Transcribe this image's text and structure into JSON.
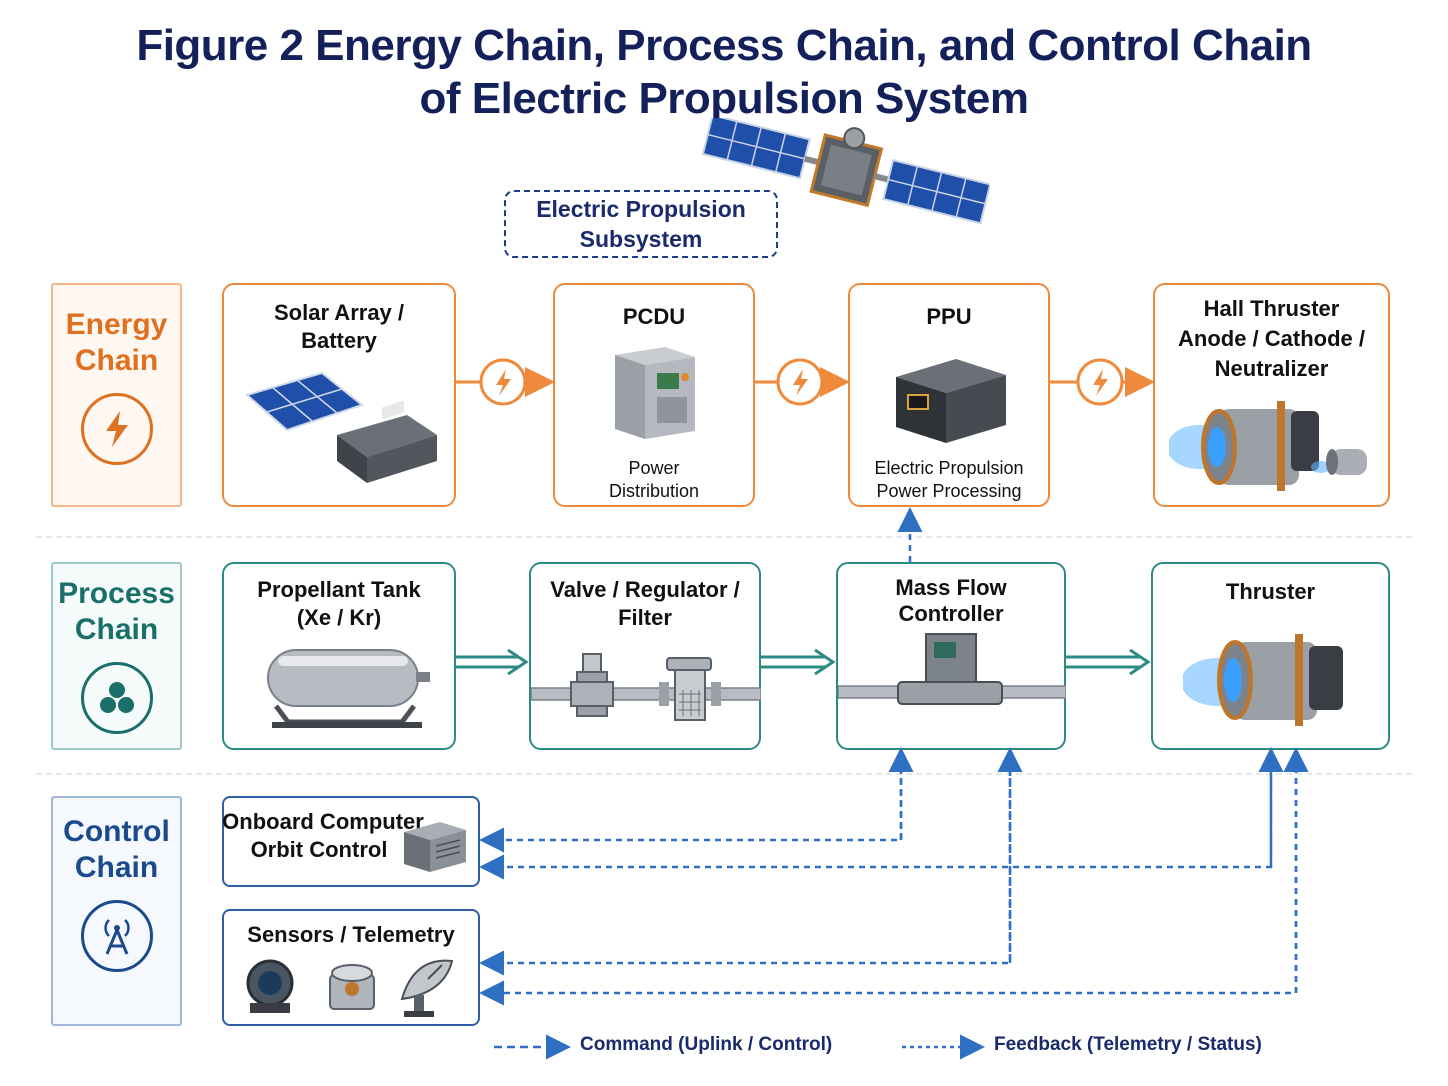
{
  "figure": {
    "title_line1": "Figure 2   Energy Chain, Process Chain, and Control Chain",
    "title_line2": "of Electric Propulsion System",
    "subsystem_label_line1": "Electric Propulsion",
    "subsystem_label_line2": "Subsystem"
  },
  "chains": {
    "energy": {
      "line1": "Energy",
      "line2": "Chain",
      "icon": "lightning-icon",
      "color": "#e07020"
    },
    "process": {
      "line1": "Process",
      "line2": "Chain",
      "icon": "molecule-icon",
      "color": "#1b6f6a"
    },
    "control": {
      "line1": "Control",
      "line2": "Chain",
      "icon": "antenna-icon",
      "color": "#1a4a8c"
    }
  },
  "energy_nodes": [
    {
      "title_l1": "Solar Array /",
      "title_l2": "Battery",
      "icon": "solar-panel-battery-icon"
    },
    {
      "title": "PCDU",
      "sub_l1": "Power",
      "sub_l2": "Distribution",
      "icon": "pcdu-cabinet-icon"
    },
    {
      "title": "PPU",
      "sub_l1": "Electric Propulsion",
      "sub_l2": "Power Processing",
      "icon": "ppu-box-icon"
    },
    {
      "title_l1": "Hall Thruster",
      "title_l2": "Anode / Cathode /",
      "title_l3": "Neutralizer",
      "icon": "hall-thruster-icon"
    }
  ],
  "process_nodes": [
    {
      "title_l1": "Propellant Tank",
      "title_l2": "(Xe / Kr)",
      "icon": "propellant-tank-icon"
    },
    {
      "title_l1": "Valve / Regulator /",
      "title_l2": "Filter",
      "icon": "valve-filter-icon"
    },
    {
      "title_l1": "Mass Flow",
      "title_l2": "Controller",
      "icon": "mass-flow-controller-icon"
    },
    {
      "title": "Thruster",
      "icon": "thruster-icon"
    }
  ],
  "control_nodes": [
    {
      "title_l1": "Onboard Computer",
      "title_l2": "Orbit Control",
      "icon": "computer-unit-icon"
    },
    {
      "title": "Sensors / Telemetry",
      "icon": "sensors-antenna-icon"
    }
  ],
  "legend": {
    "command": "Command (Uplink / Control)",
    "feedback": "Feedback (Telemetry / Status)"
  },
  "colors": {
    "energy": "#ef8a3c",
    "process": "#2c8b84",
    "control": "#2f6fc4",
    "title": "#14205a"
  }
}
